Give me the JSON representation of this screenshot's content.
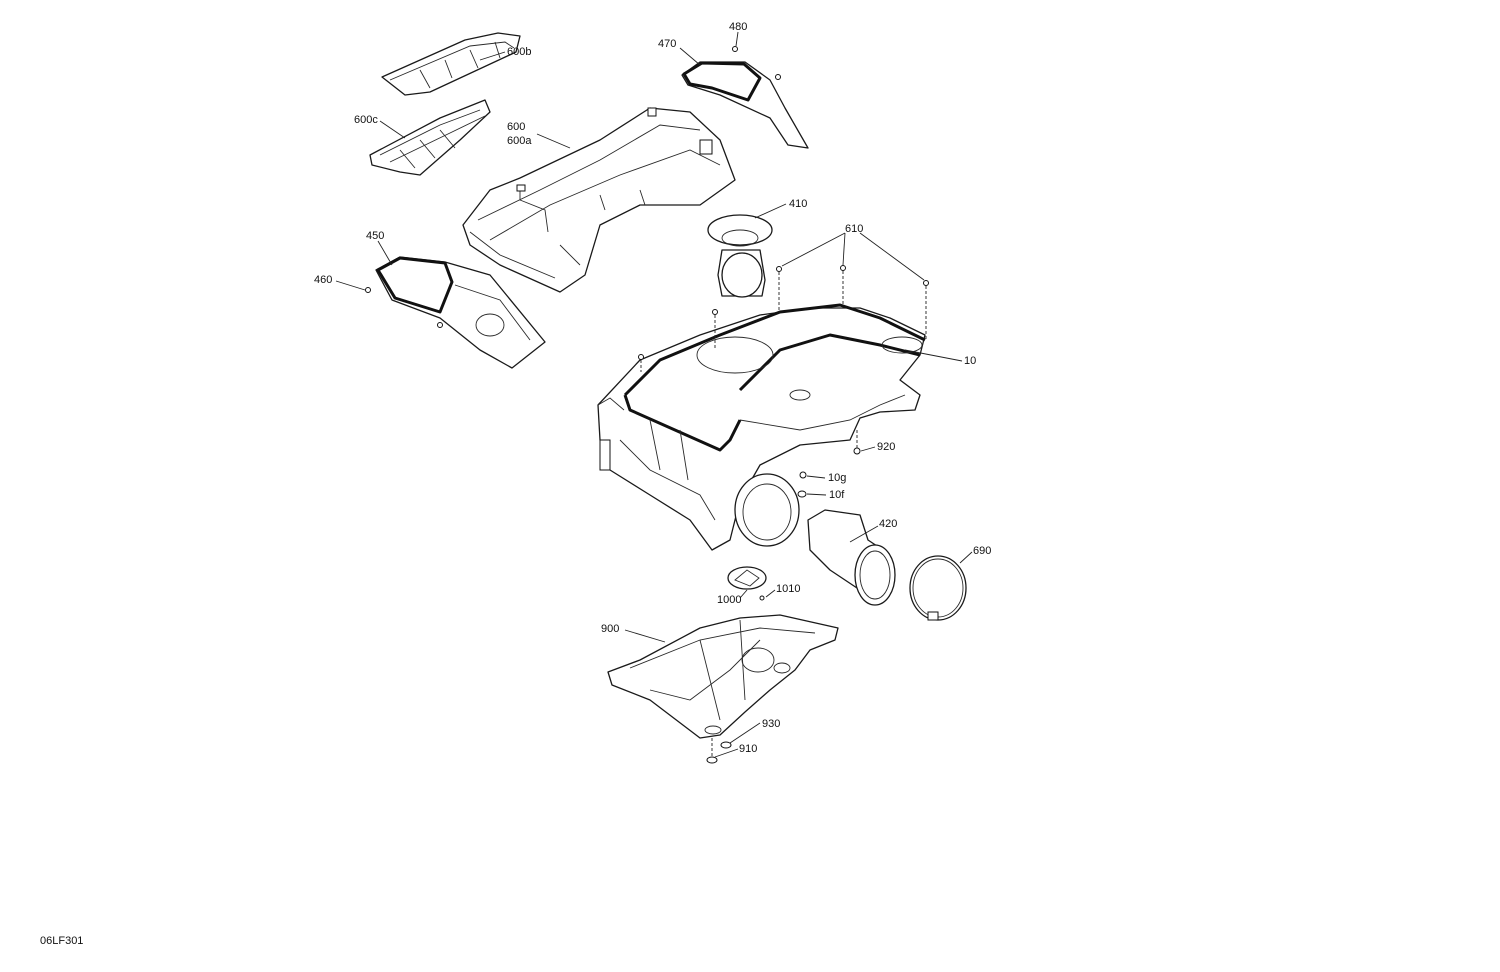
{
  "drawing_id": "06LF301",
  "callouts": {
    "c480": "480",
    "c470": "470",
    "c600b": "600b",
    "c600c": "600c",
    "c600": "600",
    "c600a": "600a",
    "c410": "410",
    "c610": "610",
    "c450": "450",
    "c460": "460",
    "c10": "10",
    "c920": "920",
    "c10g": "10g",
    "c10f": "10f",
    "c420": "420",
    "c690": "690",
    "c1010": "1010",
    "c1000": "1000",
    "c900": "900",
    "c930": "930",
    "c910": "910"
  }
}
